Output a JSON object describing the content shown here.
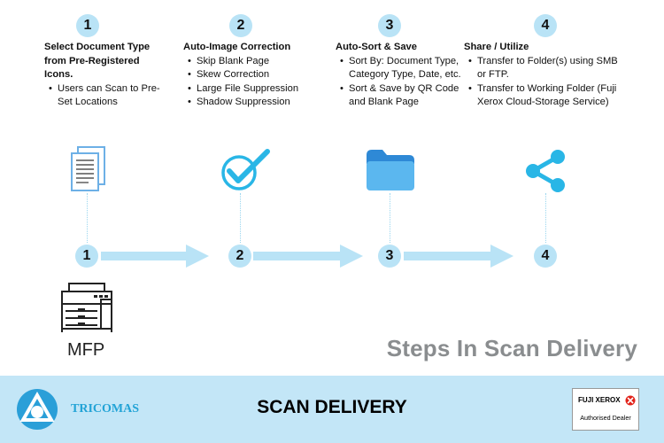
{
  "steps": [
    {
      "number": "1",
      "title": "Select Document Type from Pre-Registered Icons.",
      "bullets": [
        "Users can Scan to Pre-Set Locations"
      ]
    },
    {
      "number": "2",
      "title": "Auto-Image Correction",
      "bullets": [
        "Skip Blank Page",
        "Skew Correction",
        "Large File Suppression",
        "Shadow Suppression"
      ]
    },
    {
      "number": "3",
      "title": "Auto-Sort & Save",
      "bullets": [
        "Sort By: Document Type, Category Type, Date, etc.",
        "Sort & Save by QR Code and Blank Page"
      ]
    },
    {
      "number": "4",
      "title": "Share / Utilize",
      "bullets": [
        "Transfer to Folder(s) using SMB or FTP.",
        "Transfer to Working Folder (Fuji Xerox Cloud-Storage Service)"
      ]
    }
  ],
  "flow_numbers": [
    "1",
    "2",
    "3",
    "4"
  ],
  "icons": {
    "step1": "documents-icon",
    "step2": "checkmark-icon",
    "step3": "folder-icon",
    "step4": "share-icon",
    "device": "printer-icon"
  },
  "mfp_label": "MFP",
  "subtitle": "Steps In Scan Delivery",
  "footer": {
    "brand": "TRICOMAS",
    "title": "SCAN DELIVERY",
    "dealer_brand": "FUJI XEROX",
    "dealer_text": "Authorised Dealer"
  },
  "colors": {
    "accent": "#29b6e6",
    "light_blue": "#b9e3f6",
    "footer_bg": "#c3e6f7",
    "subtitle": "#8a8d8f"
  }
}
